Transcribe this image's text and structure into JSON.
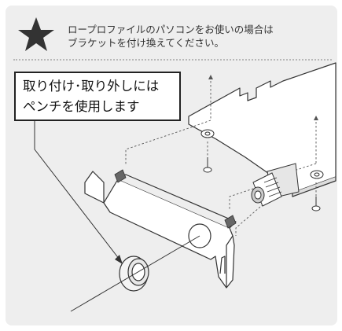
{
  "note": {
    "icon": "star-icon",
    "line1": "ロープロファイルのパソコンをお使いの場合は",
    "line2": "ブラケットを付け換えてください。"
  },
  "callout": {
    "line1": "取り付け･取り外しには",
    "line2": "ペンチを使用します"
  },
  "colors": {
    "panel_background": "#eeeeee",
    "star": "#333333",
    "text": "#333333"
  }
}
